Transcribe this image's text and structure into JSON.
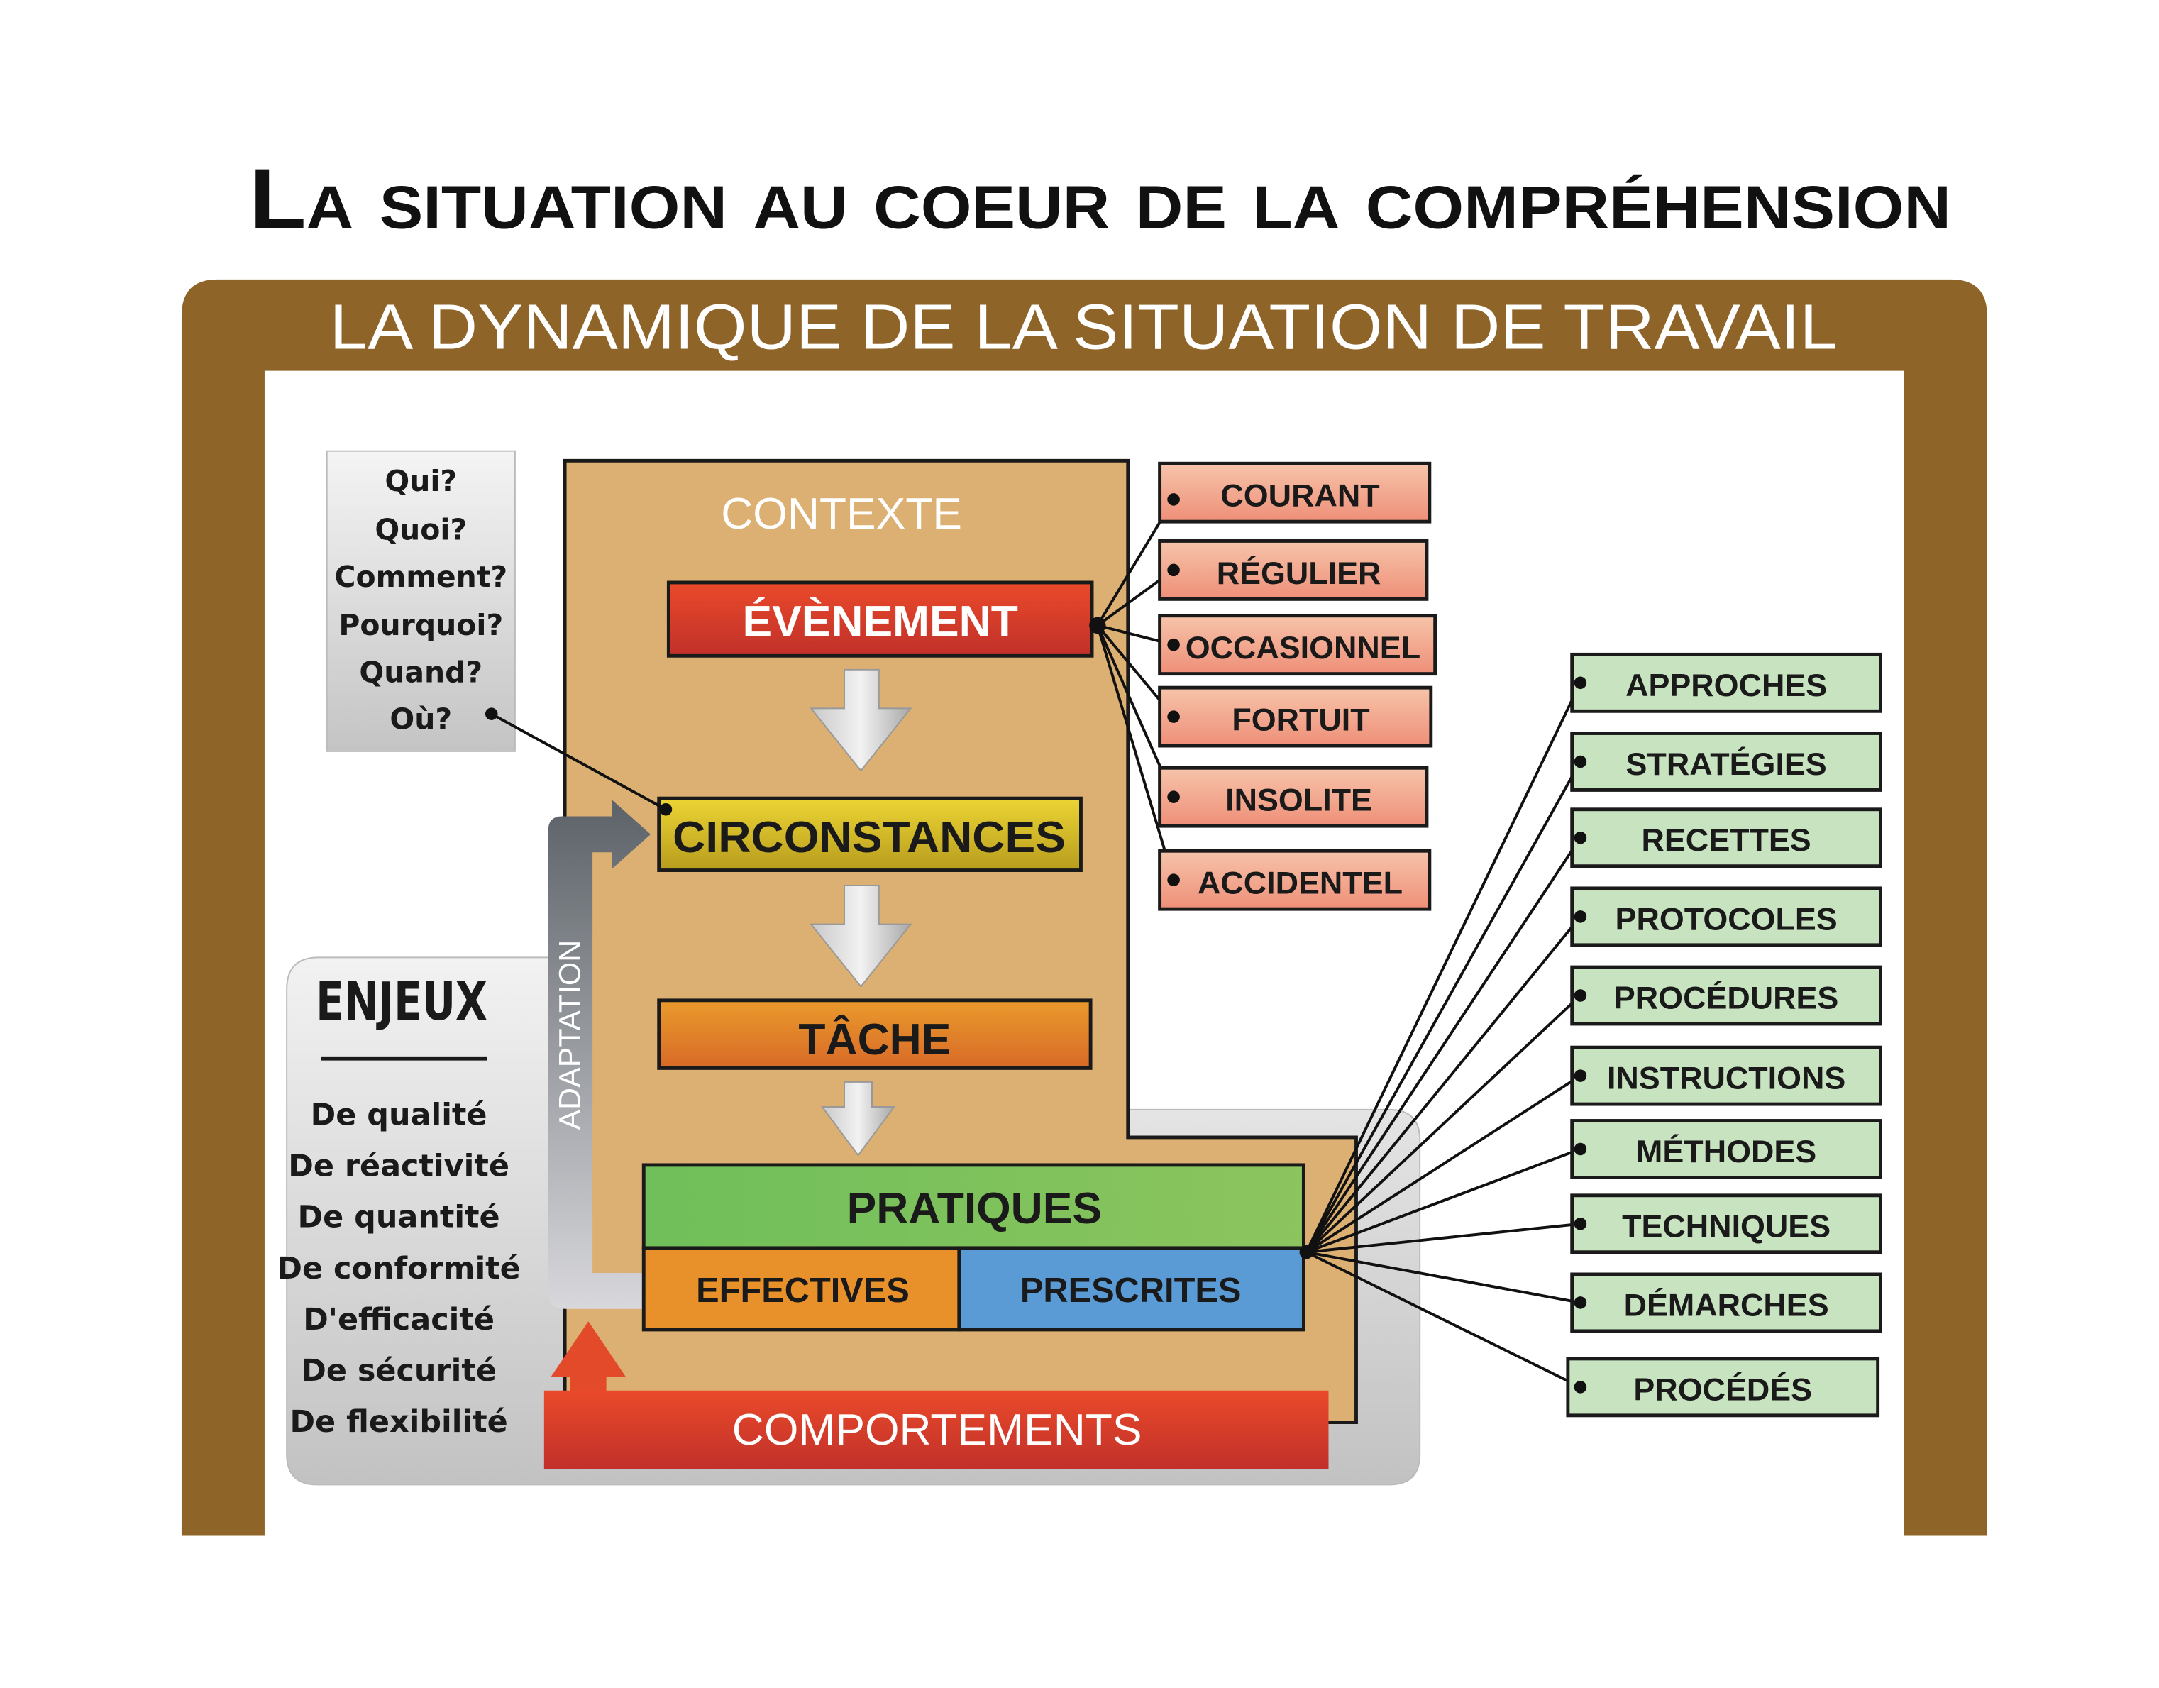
{
  "title": "La situation au coeur de la compréhension",
  "banner": "LA DYNAMIQUE DE LA SITUATION DE TRAVAIL",
  "questions": [
    "Qui?",
    "Quoi?",
    "Comment?",
    "Pourquoi?",
    "Quand?",
    "Où?"
  ],
  "context_label": "CONTEXTE",
  "evenement": "ÉVÈNEMENT",
  "circonstances": "CIRCONSTANCES",
  "tache": "TÂCHE",
  "pratiques": "PRATIQUES",
  "effectives": "EFFECTIVES",
  "prescrites": "PRESCRITES",
  "comportements": "COMPORTEMENTS",
  "adaptation": "ADAPTATION",
  "enjeux": {
    "title": "ENJEUX",
    "items": [
      "De qualité",
      "De réactivité",
      "De quantité",
      "De conformité",
      "D'efficacité",
      "De sécurité",
      "De flexibilité"
    ]
  },
  "event_types": [
    "COURANT",
    "RÉGULIER",
    "OCCASIONNEL",
    "FORTUIT",
    "INSOLITE",
    "ACCIDENTEL"
  ],
  "practice_types": [
    "APPROCHES",
    "STRATÉGIES",
    "RECETTES",
    "PROTOCOLES",
    "PROCÉDURES",
    "INSTRUCTIONS",
    "MÉTHODES",
    "TECHNIQUES",
    "DÉMARCHES",
    "PROCÉDÉS"
  ],
  "colors": {
    "frame": "#8f6428",
    "context": "#dcb072",
    "event_box": "#f4a08a",
    "practice_box": "#c8e3c0",
    "evenement": "#d83a26",
    "circonstances": "#dcc52c",
    "tache": "#e27d2a",
    "pratiques": "#84c25e",
    "effectives": "#e8902a",
    "prescrites": "#5b9bd5",
    "comportements": "#d3392a"
  }
}
